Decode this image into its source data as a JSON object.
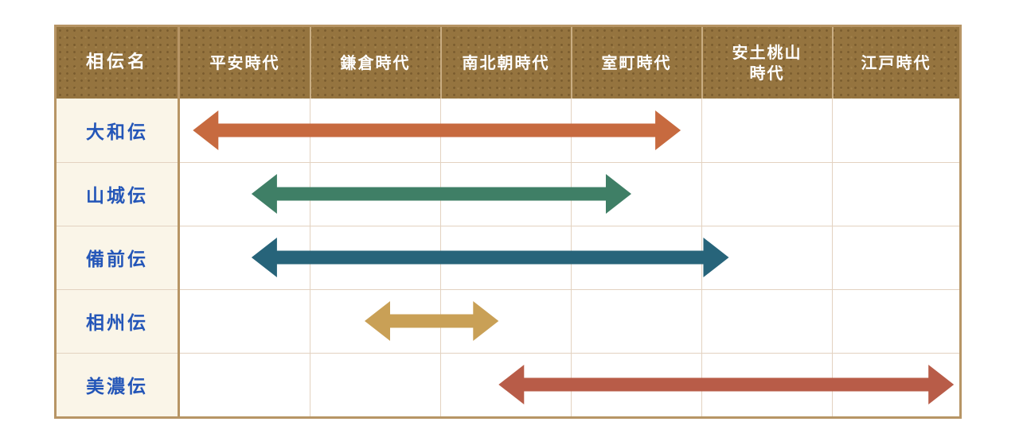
{
  "header": {
    "first_col": "相伝名",
    "periods": [
      "平安時代",
      "鎌倉時代",
      "南北朝時代",
      "室町時代",
      "安土桃山\n時代",
      "江戸時代"
    ]
  },
  "rows": [
    {
      "label": "大和伝",
      "start_period": 0.1,
      "end_period": 3.85,
      "color": "#c76a3f"
    },
    {
      "label": "山城伝",
      "start_period": 0.55,
      "end_period": 3.47,
      "color": "#3f7f66"
    },
    {
      "label": "備前伝",
      "start_period": 0.55,
      "end_period": 4.22,
      "color": "#27647a"
    },
    {
      "label": "相州伝",
      "start_period": 1.42,
      "end_period": 2.45,
      "color": "#c9a056"
    },
    {
      "label": "美濃伝",
      "start_period": 2.45,
      "end_period": 5.95,
      "color": "#b85c48"
    }
  ],
  "colors": {
    "header_bg": "#95743f",
    "border": "#b79565",
    "label_bg": "#faf5e8",
    "label_text": "#2456b8"
  }
}
